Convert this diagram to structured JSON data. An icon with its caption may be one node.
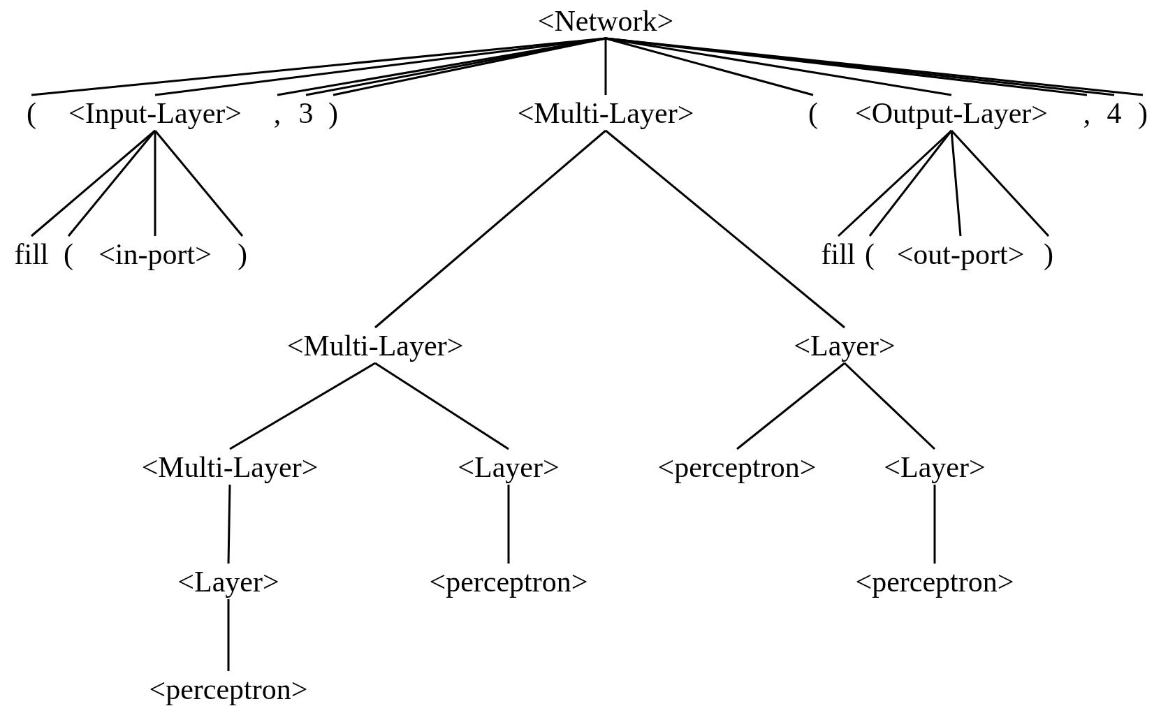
{
  "diagram": {
    "nodes": [
      {
        "text": [
          "<Network>"
        ]
      },
      {
        "text": [
          "("
        ]
      },
      {
        "text": [
          "<Input-Layer>"
        ]
      },
      {
        "text": [
          ","
        ]
      },
      {
        "text": [
          "3"
        ]
      },
      {
        "text": [
          ")"
        ]
      },
      {
        "text": [
          "<Multi-Layer>"
        ]
      },
      {
        "text": [
          "("
        ]
      },
      {
        "text": [
          "<Output-Layer>"
        ]
      },
      {
        "text": [
          ","
        ]
      },
      {
        "text": [
          "4"
        ]
      },
      {
        "text": [
          ")"
        ]
      },
      {
        "text": [
          "fill"
        ]
      },
      {
        "text": [
          "("
        ]
      },
      {
        "text": [
          "<in-port>"
        ]
      },
      {
        "text": [
          ")"
        ]
      },
      {
        "text": [
          "fill"
        ]
      },
      {
        "text": [
          "("
        ]
      },
      {
        "text": [
          "<out-port>"
        ]
      },
      {
        "text": [
          ")"
        ]
      },
      {
        "text": [
          "<Multi-Layer>"
        ]
      },
      {
        "text": [
          "<Layer>"
        ]
      },
      {
        "text": [
          "<Multi-Layer>"
        ]
      },
      {
        "text": [
          "<Layer>"
        ]
      },
      {
        "text": [
          "<perceptron>"
        ]
      },
      {
        "text": [
          "<Layer>"
        ]
      },
      {
        "text": [
          "<Layer>"
        ]
      },
      {
        "text": [
          "<perceptron>"
        ]
      },
      {
        "text": [
          "<perceptron>"
        ]
      },
      {
        "text": [
          "<perceptron>"
        ]
      }
    ],
    "edges": [
      {
        "from": 0,
        "to": 1,
        "arrow": "none"
      },
      {
        "from": 0,
        "to": 2,
        "arrow": "none"
      },
      {
        "from": 0,
        "to": 3,
        "arrow": "none"
      },
      {
        "from": 0,
        "to": 4,
        "arrow": "none"
      },
      {
        "from": 0,
        "to": 5,
        "arrow": "none"
      },
      {
        "from": 0,
        "to": 6,
        "arrow": "none"
      },
      {
        "from": 0,
        "to": 7,
        "arrow": "none"
      },
      {
        "from": 0,
        "to": 8,
        "arrow": "none"
      },
      {
        "from": 0,
        "to": 9,
        "arrow": "none"
      },
      {
        "from": 0,
        "to": 10,
        "arrow": "none"
      },
      {
        "from": 0,
        "to": 11,
        "arrow": "none"
      },
      {
        "from": 2,
        "to": 12,
        "arrow": "none"
      },
      {
        "from": 2,
        "to": 13,
        "arrow": "none"
      },
      {
        "from": 2,
        "to": 14,
        "arrow": "none"
      },
      {
        "from": 2,
        "to": 15,
        "arrow": "none"
      },
      {
        "from": 8,
        "to": 16,
        "arrow": "none"
      },
      {
        "from": 8,
        "to": 17,
        "arrow": "none"
      },
      {
        "from": 8,
        "to": 18,
        "arrow": "none"
      },
      {
        "from": 8,
        "to": 19,
        "arrow": "none"
      },
      {
        "from": 6,
        "to": 20,
        "arrow": "none"
      },
      {
        "from": 6,
        "to": 21,
        "arrow": "none"
      },
      {
        "from": 20,
        "to": 22,
        "arrow": "none"
      },
      {
        "from": 20,
        "to": 23,
        "arrow": "none"
      },
      {
        "from": 21,
        "to": 24,
        "arrow": "none"
      },
      {
        "from": 21,
        "to": 25,
        "arrow": "none"
      },
      {
        "from": 22,
        "to": 26,
        "arrow": "none"
      },
      {
        "from": 23,
        "to": 27,
        "arrow": "none"
      },
      {
        "from": 25,
        "to": 28,
        "arrow": "none"
      },
      {
        "from": 26,
        "to": 29,
        "arrow": "none"
      }
    ]
  }
}
